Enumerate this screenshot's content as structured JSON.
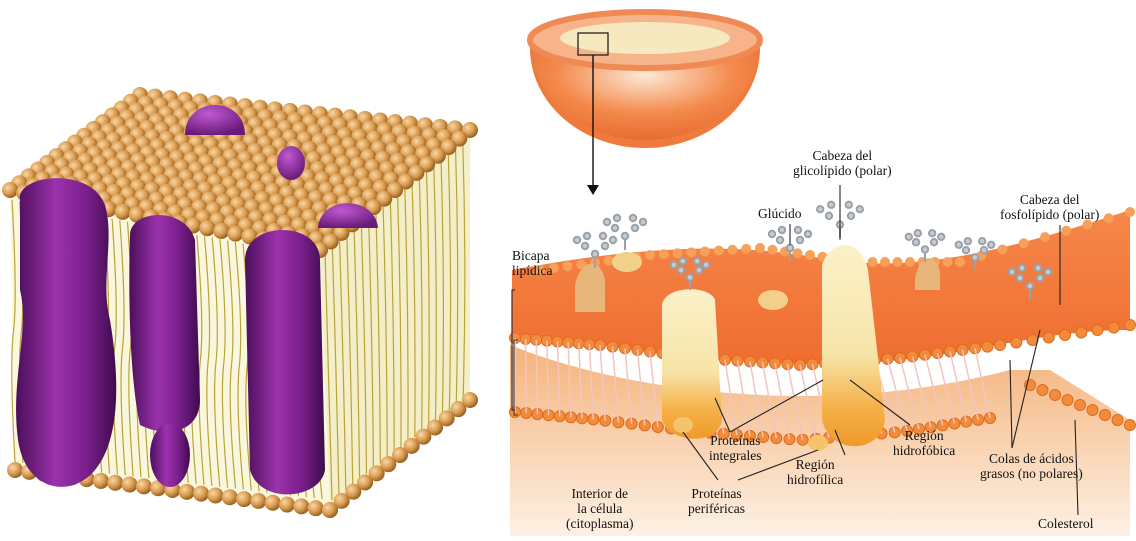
{
  "figure_left": {
    "description_icon": "lipid-bilayer-3d-model",
    "colors": {
      "lipid_head": "#d99a4e",
      "protein": "#8a2a9a",
      "tail": "#b8a64a"
    }
  },
  "figure_right": {
    "colors": {
      "membrane": "#f0733a",
      "protein": "#f3d9a0",
      "cytoplasm": "#f6c99a"
    },
    "labels": {
      "glycolipid_head": [
        "Cabeza del",
        "glicolípido (polar)"
      ],
      "glucido": [
        "Glúcido"
      ],
      "phospholipid_head": [
        "Cabeza del",
        "fosfolípido (polar)"
      ],
      "bilayer": [
        "Bicapa",
        "lipídica"
      ],
      "integral_proteins": [
        "Proteínas",
        "integrales"
      ],
      "hydrophobic_region": [
        "Región",
        "hidrofóbica"
      ],
      "fatty_acid_tails": [
        "Colas de ácidos",
        "grasos (no polares)"
      ],
      "cell_interior": [
        "Interior de",
        "la célula",
        "(citoplasma)"
      ],
      "peripheral_proteins": [
        "Proteínas",
        "periféricas"
      ],
      "hydrophilic_region": [
        "Región",
        "hidrofílica"
      ],
      "cholesterol": [
        "Colesterol"
      ]
    }
  }
}
